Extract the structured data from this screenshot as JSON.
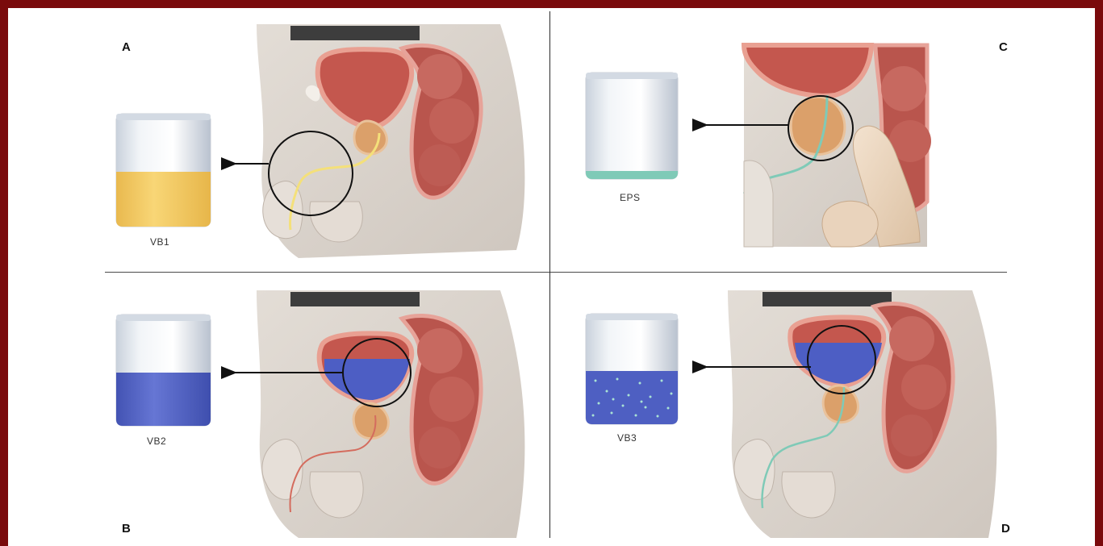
{
  "panels": {
    "A": {
      "letter": "A",
      "sample": "VB1",
      "liquid": "yellow urine"
    },
    "B": {
      "letter": "B",
      "sample": "VB2",
      "liquid": "bladder urine"
    },
    "C": {
      "letter": "C",
      "sample": "EPS",
      "liquid": "prostatic secretion"
    },
    "D": {
      "letter": "D",
      "sample": "VB3",
      "liquid": "post-massage urine"
    }
  },
  "colors": {
    "border": "#7a0a0c",
    "vb1_liquid": "#f6cf6c",
    "vb2_liquid": "#5767c7",
    "vb3_liquid": "#4e5fc2",
    "eps_liquid": "#7fcab7",
    "tissue": "#d9d2cb",
    "bladder": "#c06a5a",
    "prostate": "#dca272",
    "bowel": "#b5574f"
  }
}
